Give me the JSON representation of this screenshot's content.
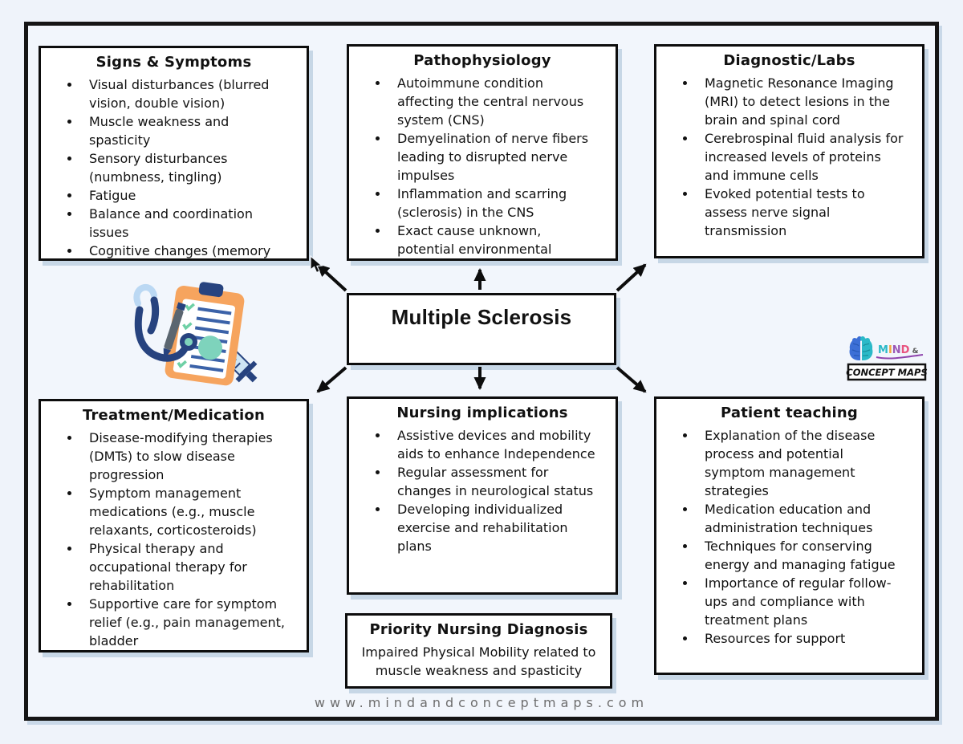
{
  "center": {
    "title": "Multiple Sclerosis"
  },
  "boxes": {
    "signs": {
      "title": "Signs & Symptoms",
      "bullets": [
        "Visual disturbances (blurred vision, double vision)",
        "Muscle weakness and spasticity",
        "Sensory disturbances (numbness, tingling)",
        "Fatigue",
        "Balance and coordination issues",
        "Cognitive changes (memory"
      ]
    },
    "patho": {
      "title": "Pathophysiology",
      "bullets": [
        "Autoimmune condition affecting the central nervous system (CNS)",
        "Demyelination of nerve fibers leading to disrupted nerve impulses",
        "Inflammation and scarring (sclerosis) in the CNS",
        "Exact cause unknown, potential environmental"
      ]
    },
    "labs": {
      "title": "Diagnostic/Labs",
      "bullets": [
        "Magnetic Resonance Imaging (MRI) to detect lesions in the brain and spinal cord",
        "Cerebrospinal fluid analysis for increased levels of proteins and immune cells",
        "Evoked potential tests to assess nerve signal transmission"
      ]
    },
    "treatment": {
      "title": "Treatment/Medication",
      "bullets": [
        "Disease-modifying therapies (DMTs) to slow disease progression",
        "Symptom management medications (e.g., muscle relaxants, corticosteroids)",
        "Physical therapy and occupational therapy for rehabilitation",
        "Supportive care for symptom relief (e.g., pain management, bladder"
      ]
    },
    "nursing": {
      "title": "Nursing implications",
      "bullets": [
        "Assistive devices and mobility aids to enhance Independence",
        "Regular assessment for changes in neurological status",
        "Developing individualized exercise and rehabilitation plans"
      ]
    },
    "teaching": {
      "title": "Patient teaching",
      "bullets": [
        "Explanation of the disease process and potential symptom management strategies",
        "Medication education and administration techniques",
        "Techniques for conserving energy and managing fatigue",
        "Importance of regular follow-ups and compliance with treatment plans",
        "Resources for support"
      ]
    },
    "priority": {
      "title": "Priority Nursing Diagnosis",
      "body": "Impaired Physical Mobility related to muscle weakness and spasticity"
    }
  },
  "footer": {
    "website": "www.mindandconceptmaps.com"
  },
  "logo": {
    "word1": "MIND",
    "amp": "&",
    "word2": "CONCEPT MAPS"
  },
  "icons": {
    "medical_cluster": "clipboard-stethoscope-syringe",
    "brand_brain": "brain",
    "cursor": "mouse-pointer"
  },
  "colors": {
    "background": "#eff3fa",
    "box_border": "#0d0d0d",
    "box_shadow": "#c7d7e6",
    "clipboard_orange": "#f6a45e",
    "navy": "#27437f",
    "light_blue": "#bbd8f3",
    "teal": "#7ed3bc",
    "website_gray": "#6d6d6d"
  }
}
